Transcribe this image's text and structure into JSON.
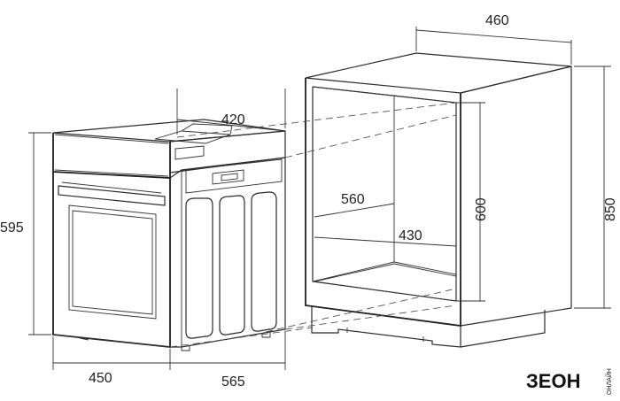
{
  "dimensions": {
    "cabinet_width": "460",
    "cabinet_height": "850",
    "niche_height": "600",
    "niche_depth": "560",
    "niche_inner_depth": "430",
    "oven_height": "595",
    "oven_depth": "420",
    "oven_front_width": "450",
    "oven_total_depth": "565"
  },
  "brand": {
    "logo_text": "ЗЕОН",
    "logo_sub": "ОНЛАЙН"
  }
}
